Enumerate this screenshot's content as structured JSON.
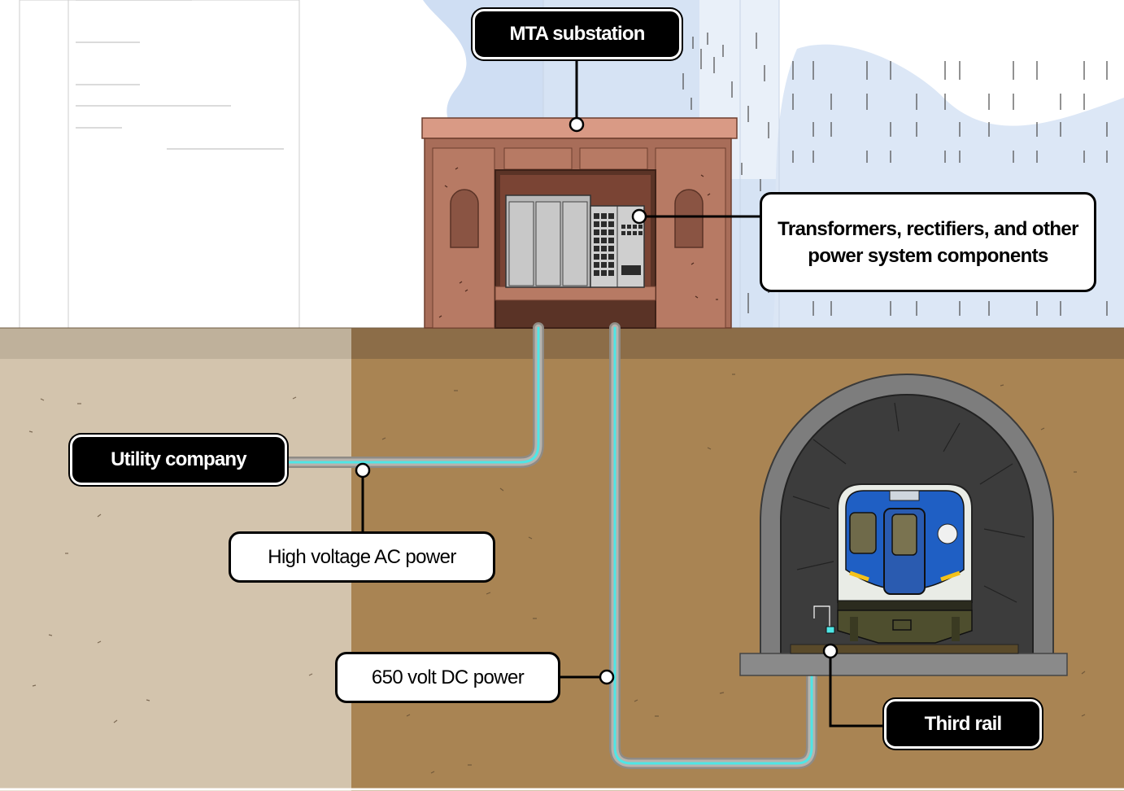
{
  "labels": {
    "mta_substation": "MTA substation",
    "components": "Transformers, rectifiers, and other power system components",
    "utility_company": "Utility company",
    "high_voltage_ac": "High voltage AC power",
    "dc_power": "650 volt DC power",
    "third_rail": "Third rail"
  },
  "colors": {
    "sky": "#cfdef3",
    "soil": "#a98453",
    "soil_left": "#d3c4ad",
    "ground_band": "#8c6d48",
    "brick": "#a86d59",
    "cable_glow": "#4ee6e6",
    "cable_pipe": "#9a9690",
    "train_blue": "#1f5fc4",
    "tunnel_stone": "#7d7d7d"
  },
  "icons": {
    "substation": "brick-building-icon",
    "equipment": "electrical-cabinet-icon",
    "train": "subway-car-icon",
    "tunnel": "tunnel-arch-icon"
  }
}
